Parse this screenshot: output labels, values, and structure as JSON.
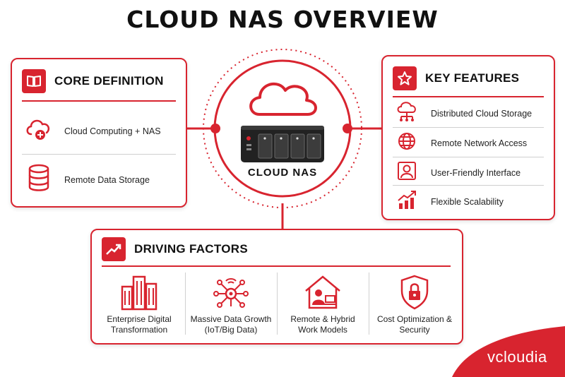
{
  "title": "CLOUD NAS OVERVIEW",
  "center": {
    "label": "CLOUD NAS"
  },
  "core_definition": {
    "title": "CORE DEFINITION",
    "items": [
      {
        "label": "Cloud Computing + NAS",
        "icon": "cloud-plus-icon"
      },
      {
        "label": "Remote Data Storage",
        "icon": "database-icon"
      }
    ]
  },
  "key_features": {
    "title": "KEY FEATURES",
    "items": [
      {
        "label": "Distributed Cloud Storage",
        "icon": "cloud-network-icon"
      },
      {
        "label": "Remote Network Access",
        "icon": "globe-icon"
      },
      {
        "label": "User-Friendly Interface",
        "icon": "user-icon"
      },
      {
        "label": "Flexible Scalability",
        "icon": "growth-chart-icon"
      }
    ]
  },
  "driving_factors": {
    "title": "DRIVING FACTORS",
    "items": [
      {
        "line1": "Enterprise Digital",
        "line2": "Transformation",
        "icon": "buildings-icon"
      },
      {
        "line1": "Massive Data Growth",
        "line2": "(IoT/Big Data)",
        "icon": "iot-hub-icon"
      },
      {
        "line1": "Remote & Hybrid",
        "line2": "Work Models",
        "icon": "home-office-icon"
      },
      {
        "line1": "Cost Optimization &",
        "line2": "Security",
        "icon": "shield-lock-icon"
      }
    ]
  },
  "brand": "vcloudia",
  "colors": {
    "accent": "#d8242f",
    "text": "#1a1a1a"
  }
}
